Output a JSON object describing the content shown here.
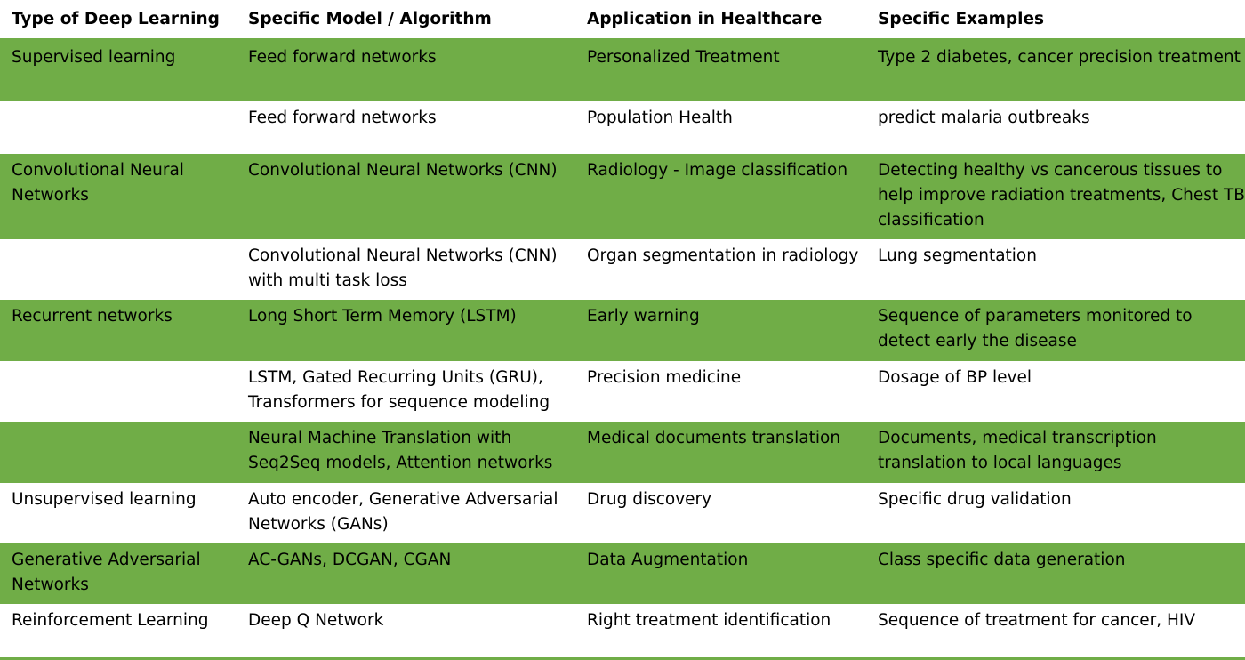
{
  "colors": {
    "band_green": "#70ad47",
    "band_white": "#ffffff",
    "rule": "#70ad47"
  },
  "headers": [
    "Type of Deep Learning",
    "Specific Model / Algorithm",
    "Application in Healthcare",
    "Specific Examples"
  ],
  "rows": [
    {
      "band": "green",
      "cells": [
        "Supervised learning",
        "Feed forward networks",
        "Personalized Treatment",
        "Type 2 diabetes, cancer precision treatment"
      ]
    },
    {
      "band": "white",
      "cells": [
        "",
        "Feed forward networks",
        "Population Health",
        "predict malaria outbreaks"
      ]
    },
    {
      "band": "green",
      "cells": [
        "Convolutional Neural Networks",
        "Convolutional Neural Networks (CNN)",
        "Radiology - Image classification",
        "Detecting healthy vs cancerous tissues to help improve radiation treatments, Chest TB classification"
      ]
    },
    {
      "band": "white",
      "cells": [
        "",
        "Convolutional Neural Networks (CNN) with multi task loss",
        "Organ segmentation in radiology",
        "Lung segmentation"
      ]
    },
    {
      "band": "green",
      "cells": [
        "Recurrent networks",
        "Long Short Term Memory (LSTM)",
        "Early warning",
        "Sequence of parameters monitored to detect early the disease"
      ]
    },
    {
      "band": "white",
      "cells": [
        "",
        "LSTM, Gated Recurring Units (GRU), Transformers for sequence modeling",
        "Precision medicine",
        "Dosage of BP level"
      ]
    },
    {
      "band": "green",
      "cells": [
        "",
        "Neural Machine Translation with Seq2Seq models, Attention networks",
        "Medical documents translation",
        "Documents, medical transcription translation to local languages"
      ]
    },
    {
      "band": "white",
      "cells": [
        "Unsupervised learning",
        "Auto encoder, Generative Adversarial Networks (GANs)",
        "Drug discovery",
        "Specific drug validation"
      ]
    },
    {
      "band": "green",
      "cells": [
        "Generative Adversarial Networks",
        "AC-GANs, DCGAN, CGAN",
        "Data Augmentation",
        "Class specific data generation"
      ]
    },
    {
      "band": "white",
      "cells": [
        "Reinforcement Learning",
        "Deep Q Network",
        "Right treatment identification",
        "Sequence of treatment for cancer, HIV"
      ]
    }
  ]
}
